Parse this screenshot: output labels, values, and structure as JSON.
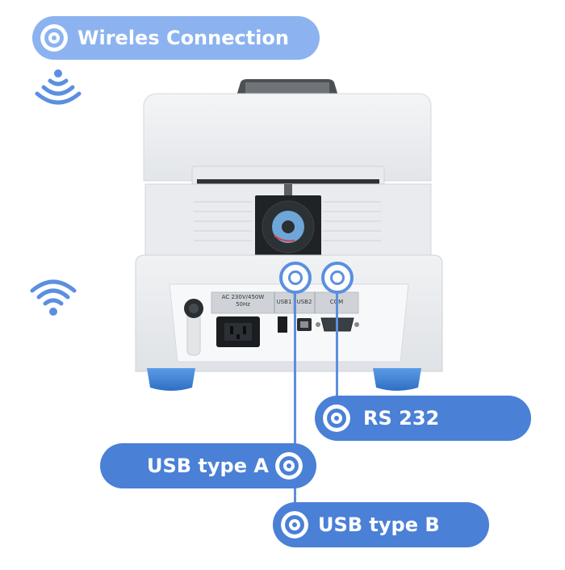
{
  "callouts": {
    "wireless": "Wireles Connection",
    "rs232": "RS 232",
    "usb_a": "USB type A",
    "usb_b": "USB type B"
  },
  "panel": {
    "power_label": "AC 230V/450W\n50Hz",
    "usb1_label": "USB1",
    "usb2_label": "USB2",
    "com_label": "COM"
  },
  "icons": [
    "wifi-icon",
    "wifi-icon",
    "circle-target-icon"
  ],
  "colors": {
    "accent": "#4a80d6",
    "accent_light": "#8cb3f0",
    "device_body": "#eceef1",
    "feet": "#3f7fd0"
  }
}
